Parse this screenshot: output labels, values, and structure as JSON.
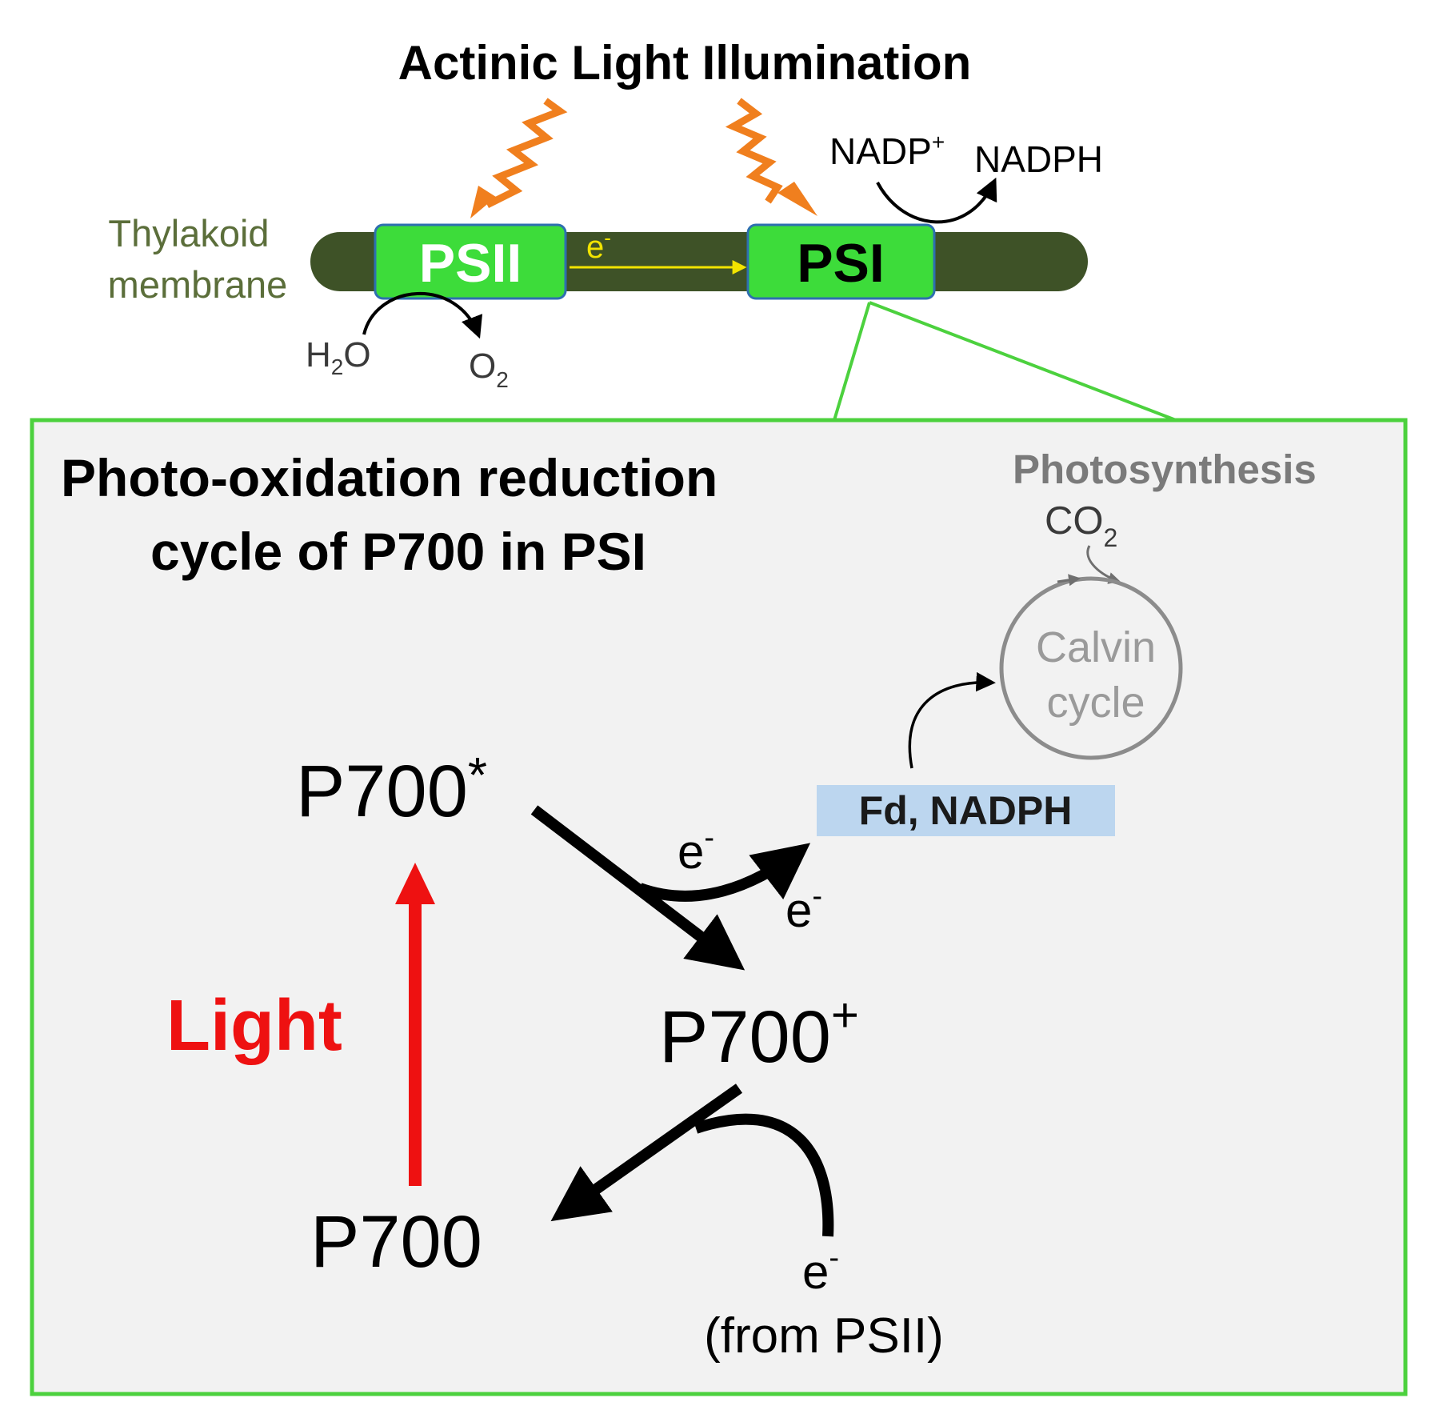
{
  "header": {
    "title": "Actinic Light Illumination"
  },
  "membrane": {
    "label_line1": "Thylakoid",
    "label_line2": "membrane",
    "psii_label": "PSII",
    "psi_label": "PSI",
    "electron": "e",
    "electron_sup": "-"
  },
  "water_split": {
    "h2o_h": "H",
    "h2o_sub": "2",
    "h2o_o": "O",
    "o2_o": "O",
    "o2_sub": "2"
  },
  "nadp": {
    "nadp_base": "NADP",
    "nadp_sup": "+",
    "nadph": "NADPH"
  },
  "panel": {
    "title_line1": "Photo-oxidation reduction",
    "title_line2": "cycle of P700 in PSI",
    "photosynthesis": "Photosynthesis",
    "co2_base": "CO",
    "co2_sub": "2",
    "calvin_line1": "Calvin",
    "calvin_line2": "cycle",
    "fd_box": "Fd, NADPH",
    "p700_excited_base": "P700",
    "p700_excited_sup": "*",
    "p700_oxidized_base": "P700",
    "p700_oxidized_sup": "+",
    "p700_ground": "P700",
    "light": "Light",
    "e_base": "e",
    "e_sup": "-",
    "from_psii": "(from PSII)"
  },
  "colors": {
    "membrane": "#3e5227",
    "ps_box": "#3ddc3a",
    "ps_box_border": "#2e6fb0",
    "label_green": "#5b6e3a",
    "panel_border": "#4cd13e",
    "panel_bg": "#f2f2f2",
    "photon": "#f07f1e",
    "light_arrow": "#ee1111",
    "electron_yellow": "#f2e400",
    "fd_box": "#bcd6ef",
    "calvin_gray": "#8c8c8c"
  }
}
